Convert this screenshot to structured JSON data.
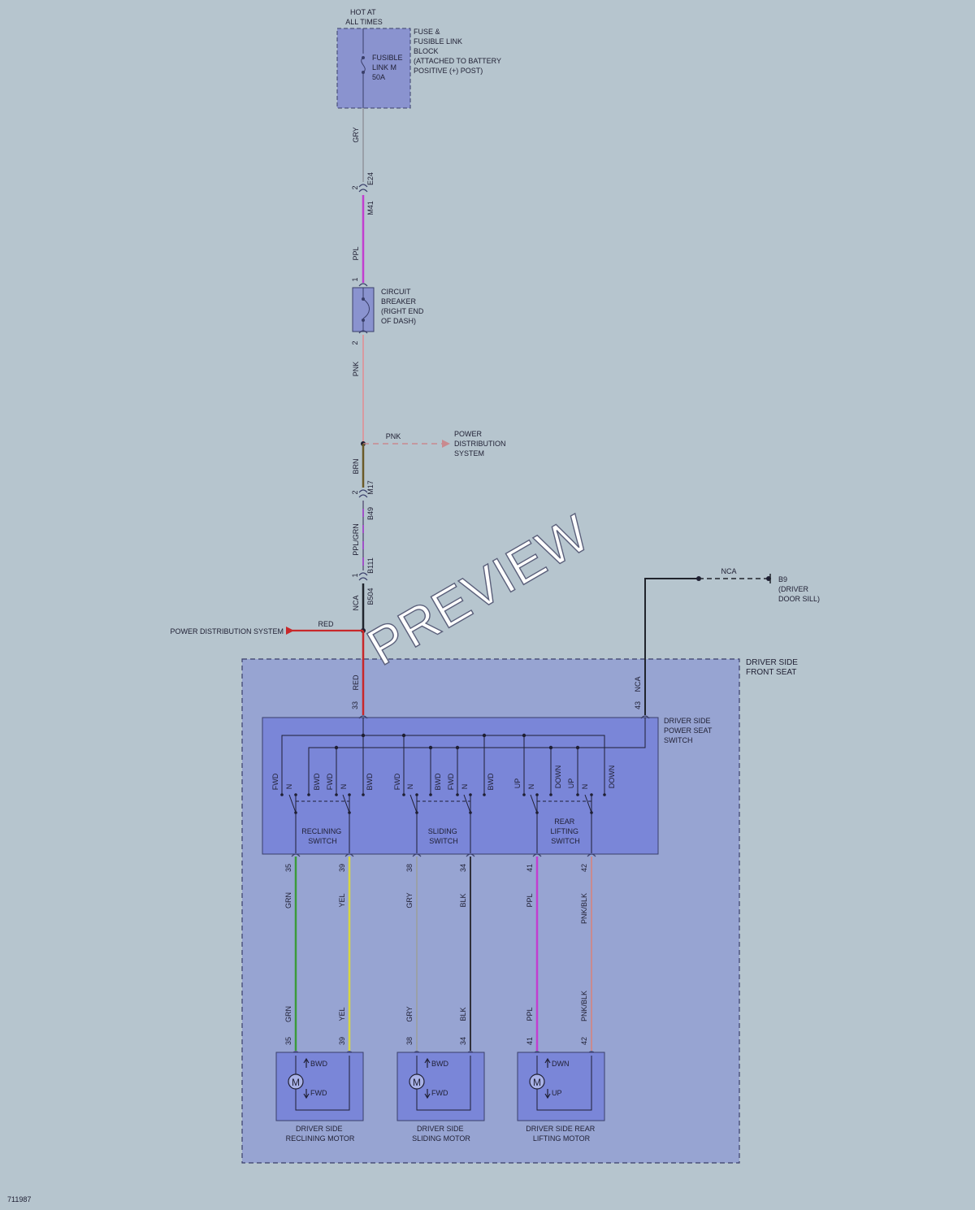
{
  "hot_at_all_times": [
    "HOT AT",
    "ALL TIMES"
  ],
  "fuse_block": {
    "caption": [
      "FUSE &",
      "FUSIBLE LINK",
      "BLOCK",
      "(ATTACHED TO BATTERY",
      "POSITIVE (+) POST)"
    ],
    "inner": [
      "FUSIBLE",
      "LINK M",
      "50A"
    ]
  },
  "circuit_breaker": [
    "CIRCUIT",
    "BREAKER",
    "(RIGHT END",
    "OF DASH)"
  ],
  "wires": {
    "gry_top": "GRY",
    "ppl_top": "PPL",
    "pnk_main": "PNK",
    "pnk_branch": "PNK",
    "brn": "BRN",
    "ppl_grn": "PPL/GRN",
    "nca_main": "NCA",
    "red_branch": "RED",
    "red_main": "RED",
    "nca_ground": "NCA",
    "nca_branch": "NCA"
  },
  "connectors": {
    "c1_pin": "2",
    "c1_a": "E24",
    "c1_b": "M41",
    "cb_pin_top": "1",
    "cb_pin_bot": "2",
    "c2_pin": "2",
    "c2_a": "M17",
    "c2_b": "B49",
    "c3_pin": "1",
    "c3_a": "B111",
    "c3_b": "B504",
    "pin_33": "33",
    "pin_43": "43"
  },
  "power_distribution": [
    "POWER",
    "DISTRIBUTION",
    "SYSTEM"
  ],
  "power_distribution_left": "POWER DISTRIBUTION SYSTEM",
  "ground": [
    "B9",
    "(DRIVER",
    "DOOR SILL)"
  ],
  "front_seat_label": [
    "DRIVER SIDE",
    "FRONT SEAT"
  ],
  "power_seat_switch_label": [
    "DRIVER SIDE",
    "POWER SEAT",
    "SWITCH"
  ],
  "switches": {
    "reclining": {
      "name": [
        "RECLINING",
        "SWITCH"
      ],
      "contacts": [
        "FWD",
        "N",
        "BWD",
        "FWD",
        "N",
        "BWD"
      ]
    },
    "sliding": {
      "name": [
        "SLIDING",
        "SWITCH"
      ],
      "contacts": [
        "FWD",
        "N",
        "BWD",
        "FWD",
        "N",
        "BWD"
      ]
    },
    "lifting": {
      "name": [
        "REAR",
        "LIFTING",
        "SWITCH"
      ],
      "contacts": [
        "UP",
        "N",
        "DOWN",
        "UP",
        "N",
        "DOWN"
      ]
    }
  },
  "motor_wires": [
    {
      "pin": "35",
      "color_label": "GRN",
      "hex": "#3c9a3a"
    },
    {
      "pin": "39",
      "color_label": "YEL",
      "hex": "#d8d640"
    },
    {
      "pin": "38",
      "color_label": "GRY",
      "hex": "#9aa0a8"
    },
    {
      "pin": "34",
      "color_label": "BLK",
      "hex": "#30303a"
    },
    {
      "pin": "41",
      "color_label": "PPL",
      "hex": "#c23ed0"
    },
    {
      "pin": "42",
      "color_label": "PNK/BLK",
      "hex": "#c98a8f"
    }
  ],
  "motors": [
    {
      "name": [
        "DRIVER SIDE",
        "RECLINING MOTOR"
      ],
      "up": "BWD",
      "down": "FWD",
      "symbol": "M"
    },
    {
      "name": [
        "DRIVER SIDE",
        "SLIDING MOTOR"
      ],
      "up": "BWD",
      "down": "FWD",
      "symbol": "M"
    },
    {
      "name": [
        "DRIVER SIDE REAR",
        "LIFTING MOTOR"
      ],
      "up": "DWN",
      "down": "UP",
      "symbol": "M"
    }
  ],
  "watermark": "PREVIEW",
  "figure_id": "711987",
  "colors": {
    "background": "#b6c5ce",
    "seat_area": "#97a4d2",
    "switch_box": "#7a86d8",
    "box_stroke": "#3a3f6a",
    "gry": "#9aa0a8",
    "ppl": "#c23ed0",
    "pnk": "#d89aa0",
    "brn": "#6b5a28",
    "ppl_grn": "#a050c8",
    "nca": "#20242c",
    "red": "#c8282a"
  }
}
